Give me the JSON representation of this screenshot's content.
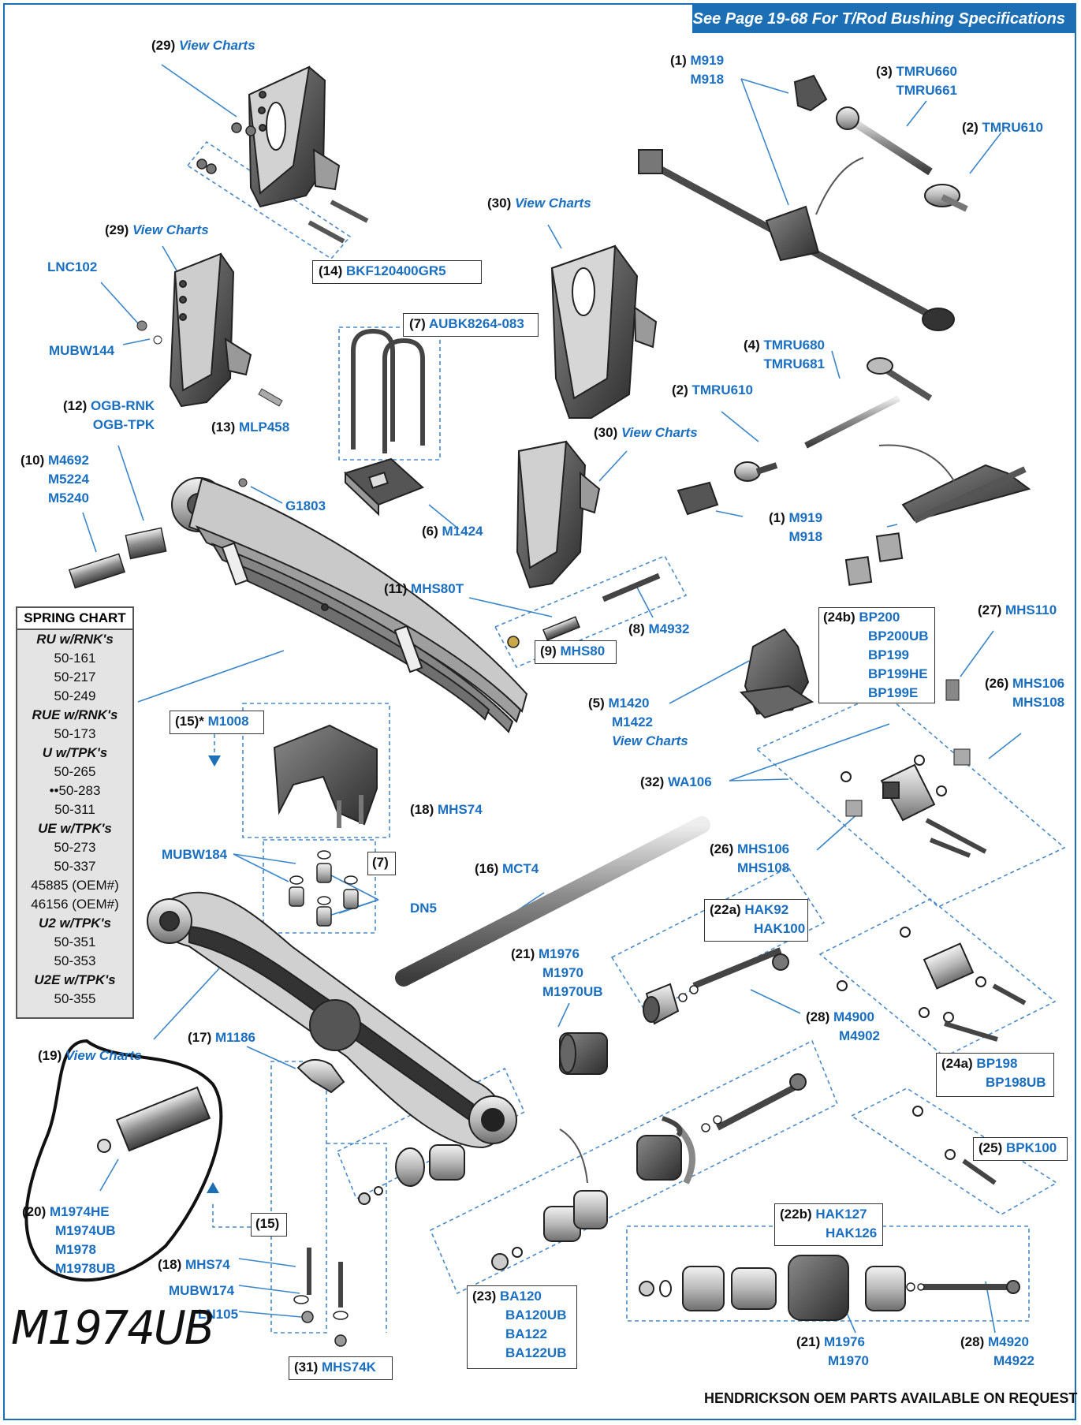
{
  "header": {
    "banner": "See Page 19-68 For T/Rod Bushing Specifications"
  },
  "footer": {
    "text": "HENDRICKSON OEM PARTS AVAILABLE ON REQUEST"
  },
  "handwritten_note": "M1974UB",
  "labels": {
    "l29a": {
      "num": "(29)",
      "part": "View Charts"
    },
    "l29b": {
      "num": "(29)",
      "part": "View Charts"
    },
    "l14": {
      "num": "(14)",
      "part": "BKF120400GR5"
    },
    "lnc102": {
      "part": "LNC102"
    },
    "mubw144": {
      "part": "MUBW144"
    },
    "l12": {
      "num": "(12)",
      "part": "OGB-RNK",
      "part2": "OGB-TPK"
    },
    "l13": {
      "num": "(13)",
      "part": "MLP458"
    },
    "l10": {
      "num": "(10)",
      "part": "M4692",
      "part2": "M5224",
      "part3": "M5240"
    },
    "g1803": {
      "part": "G1803"
    },
    "l7a": {
      "num": "(7)",
      "part": "AUBK8264-083"
    },
    "l6": {
      "num": "(6)",
      "part": "M1424"
    },
    "l30a": {
      "num": "(30)",
      "part": "View Charts"
    },
    "l30b": {
      "num": "(30)",
      "part": "View Charts"
    },
    "l11": {
      "num": "(11)",
      "part": "MHS80T"
    },
    "l8": {
      "num": "(8)",
      "part": "M4932"
    },
    "l9": {
      "num": "(9)",
      "part": "MHS80"
    },
    "l1a": {
      "num": "(1)",
      "part": "M919",
      "part2": "M918"
    },
    "l3": {
      "num": "(3)",
      "part": "TMRU660",
      "part2": "TMRU661"
    },
    "l2a": {
      "num": "(2)",
      "part": "TMRU610"
    },
    "l4": {
      "num": "(4)",
      "part": "TMRU680",
      "part2": "TMRU681"
    },
    "l2b": {
      "num": "(2)",
      "part": "TMRU610"
    },
    "l1b": {
      "num": "(1)",
      "part": "M919",
      "part2": "M918"
    },
    "l24b": {
      "num": "(24b)",
      "part": "BP200",
      "part2": "BP200UB",
      "part3": "BP199",
      "part4": "BP199HE",
      "part5": "BP199E"
    },
    "l27": {
      "num": "(27)",
      "part": "MHS110"
    },
    "l26a": {
      "num": "(26)",
      "part": "MHS106",
      "part2": "MHS108"
    },
    "l5": {
      "num": "(5)",
      "part": "M1420",
      "part2": "M1422",
      "part3": "View Charts"
    },
    "l32": {
      "num": "(32)",
      "part": "WA106"
    },
    "l26b": {
      "num": "(26)",
      "part": "MHS106",
      "part2": "MHS108"
    },
    "l15a": {
      "num": "(15)*",
      "part": "M1008"
    },
    "l18a": {
      "num": "(18)",
      "part": "MHS74"
    },
    "mubw184": {
      "part": "MUBW184"
    },
    "l7b": {
      "num": "(7)"
    },
    "dn5": {
      "part": "DN5"
    },
    "l16": {
      "num": "(16)",
      "part": "MCT4"
    },
    "l22a": {
      "num": "(22a)",
      "part": "HAK92",
      "part2": "HAK100"
    },
    "l21a": {
      "num": "(21)",
      "part": "M1976",
      "part2": "M1970",
      "part3": "M1970UB"
    },
    "l28a": {
      "num": "(28)",
      "part": "M4900",
      "part2": "M4902"
    },
    "l24a": {
      "num": "(24a)",
      "part": "BP198",
      "part2": "BP198UB"
    },
    "l19": {
      "num": "(19)",
      "part": "View Charts"
    },
    "l17": {
      "num": "(17)",
      "part": "M1186"
    },
    "l25": {
      "num": "(25)",
      "part": "BPK100"
    },
    "l20": {
      "num": "(20)",
      "part": "M1974HE",
      "part2": "M1974UB",
      "part3": "M1978",
      "part4": "M1978UB"
    },
    "l15b": {
      "num": "(15)"
    },
    "l18b": {
      "num": "(18)",
      "part": "MHS74"
    },
    "mubw174": {
      "part": "MUBW174"
    },
    "ln105": {
      "part": "LN105"
    },
    "l31": {
      "num": "(31)",
      "part": "MHS74K"
    },
    "l23": {
      "num": "(23)",
      "part": "BA120",
      "part2": "BA120UB",
      "part3": "BA122",
      "part4": "BA122UB"
    },
    "l22b": {
      "num": "(22b)",
      "part": "HAK127",
      "part2": "HAK126"
    },
    "l21b": {
      "num": "(21)",
      "part": "M1976",
      "part2": "M1970"
    },
    "l28b": {
      "num": "(28)",
      "part": "M4920",
      "part2": "M4922"
    }
  },
  "spring_chart": {
    "title": "SPRING CHART",
    "rows": [
      {
        "text": "RU w/RNK's",
        "heading": true
      },
      {
        "text": "50-161"
      },
      {
        "text": "50-217"
      },
      {
        "text": "50-249"
      },
      {
        "text": "RUE w/RNK's",
        "heading": true
      },
      {
        "text": "50-173"
      },
      {
        "text": "U w/TPK's",
        "heading": true
      },
      {
        "text": "50-265"
      },
      {
        "text": "••50-283"
      },
      {
        "text": "50-311"
      },
      {
        "text": "UE w/TPK's",
        "heading": true
      },
      {
        "text": "50-273"
      },
      {
        "text": "50-337"
      },
      {
        "text": "45885 (OEM#)"
      },
      {
        "text": "46156 (OEM#)"
      },
      {
        "text": "U2 w/TPK's",
        "heading": true
      },
      {
        "text": "50-351"
      },
      {
        "text": "50-353"
      },
      {
        "text": "U2E w/TPK's",
        "heading": true
      },
      {
        "text": "50-355"
      }
    ]
  },
  "colors": {
    "accent": "#1d6fb5",
    "part_number": "#1a6fc0",
    "ink": "#111111",
    "chart_bg": "#e4e4e4"
  }
}
